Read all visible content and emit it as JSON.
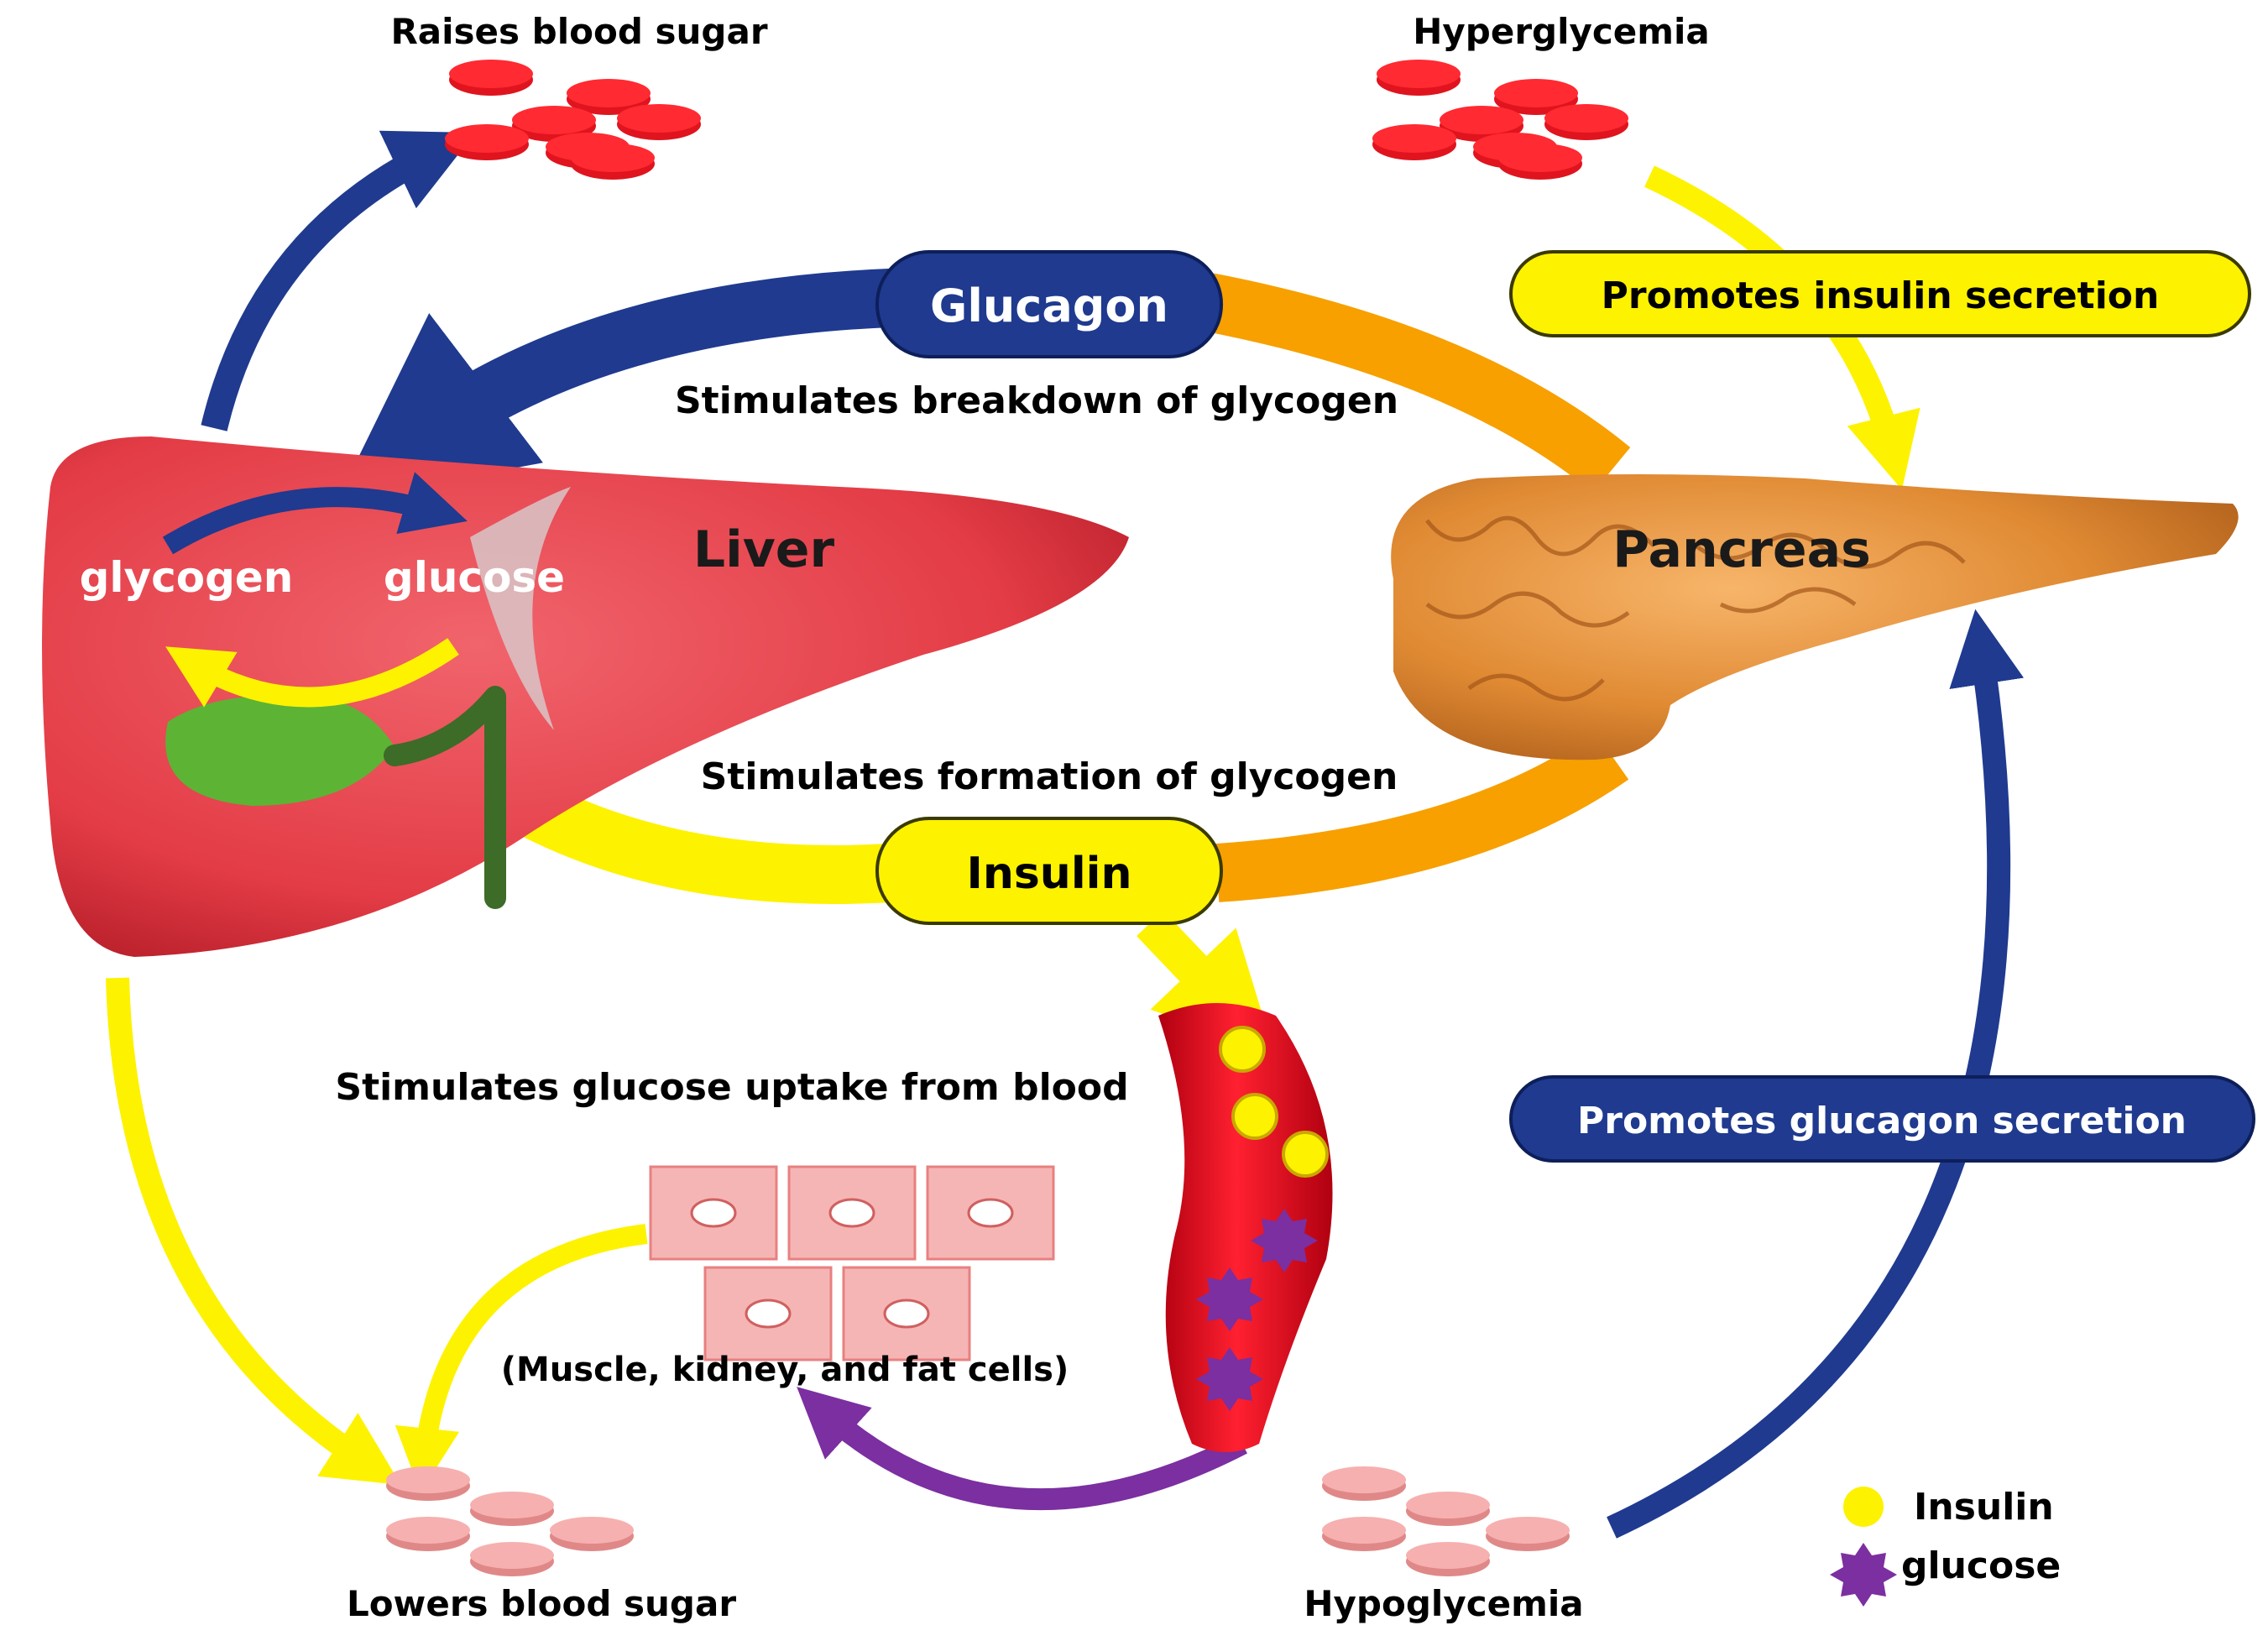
{
  "labels": {
    "raises_blood_sugar": "Raises blood sugar",
    "hyperglycemia": "Hyperglycemia",
    "glucagon": "Glucagon",
    "promotes_insulin_secretion": "Promotes insulin secretion",
    "stimulates_breakdown": "Stimulates breakdown of glycogen",
    "liver": "Liver",
    "pancreas": "Pancreas",
    "glycogen": "glycogen",
    "glucose": "glucose",
    "stimulates_formation": "Stimulates formation of glycogen",
    "insulin": "Insulin",
    "stimulates_uptake": "Stimulates glucose uptake from blood",
    "promotes_glucagon_secretion": "Promotes glucagon secretion",
    "cells_caption": "(Muscle, kidney, and fat cells)",
    "lowers_blood_sugar": "Lowers blood sugar",
    "hypoglycemia": "Hypoglycemia"
  },
  "legend": {
    "insulin": "Insulin",
    "glucose": "glucose"
  },
  "colors": {
    "navy": "#1f3a8f",
    "yellow": "#fdf200",
    "orange": "#f7a000",
    "purple": "#7b2fa0",
    "liver_red": "#e33c46",
    "blood_red": "#e0141e",
    "pink": "#f4a0a0"
  }
}
